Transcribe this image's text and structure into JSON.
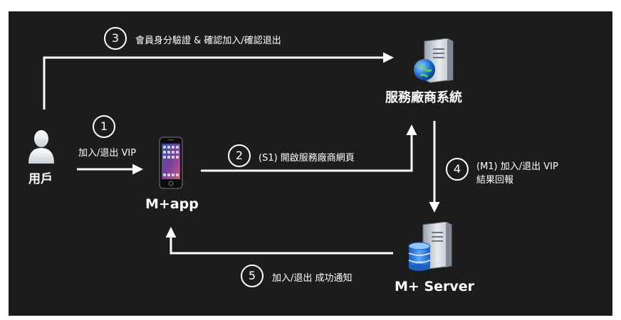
{
  "nodes": {
    "user": "用戶",
    "app": "M+app",
    "vendor": "服務廠商系統",
    "server": "M+ Server"
  },
  "steps": [
    {
      "number": "1",
      "label": "加入/退出 VIP"
    },
    {
      "number": "2",
      "label": "(S1) 開啟服務廠商網頁"
    },
    {
      "number": "3",
      "label": "會員身分驗證 & 確認加入/確認退出"
    },
    {
      "number": "4",
      "label_line1": "(M1) 加入/退出 VIP",
      "label_line2": "結果回報"
    },
    {
      "number": "5",
      "label": "加入/退出 成功通知"
    }
  ],
  "icons": [
    "user-icon",
    "smartphone-icon",
    "vendor-server-icon",
    "database-server-icon"
  ],
  "colors": {
    "background": "#1c1c1c",
    "foreground": "#ffffff"
  }
}
